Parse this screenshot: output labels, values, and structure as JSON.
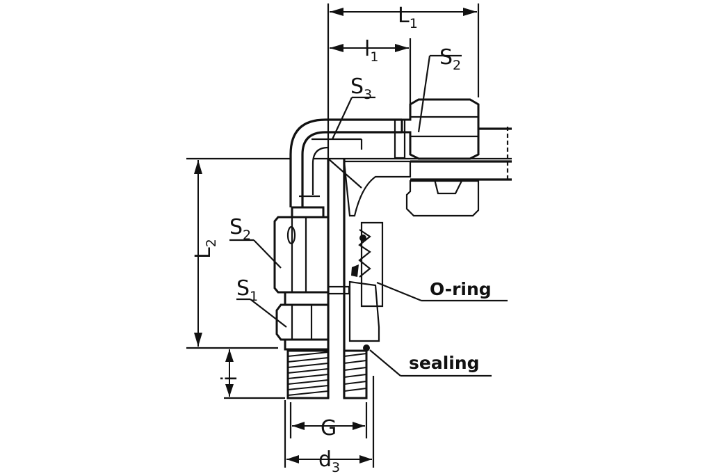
{
  "dimensions": {
    "L1": {
      "main": "L",
      "sub": "1"
    },
    "l1": {
      "main": "l",
      "sub": "1"
    },
    "L2": {
      "main": "L",
      "sub": "2"
    },
    "i": {
      "main": "i"
    },
    "G": {
      "main": "G"
    },
    "d3": {
      "main": "d",
      "sub": "3"
    }
  },
  "parts": {
    "S2_top": {
      "main": "S",
      "sub": "2"
    },
    "S3": {
      "main": "S",
      "sub": "3"
    },
    "S2_left": {
      "main": "S",
      "sub": "2"
    },
    "S1": {
      "main": "S",
      "sub": "1"
    }
  },
  "callouts": {
    "oring": "O-ring",
    "sealing": "sealing"
  },
  "colors": {
    "line": "#111111",
    "background": "#ffffff"
  }
}
